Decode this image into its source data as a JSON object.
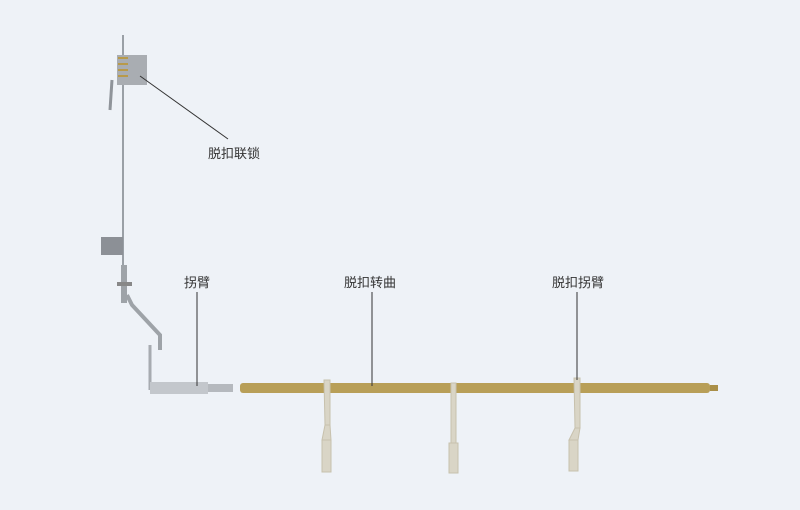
{
  "labels": {
    "trip_interlock": "脱扣联锁",
    "crank_arm": "拐臂",
    "trip_shaft": "脱扣转曲",
    "trip_crank_arm": "脱扣拐臂"
  }
}
